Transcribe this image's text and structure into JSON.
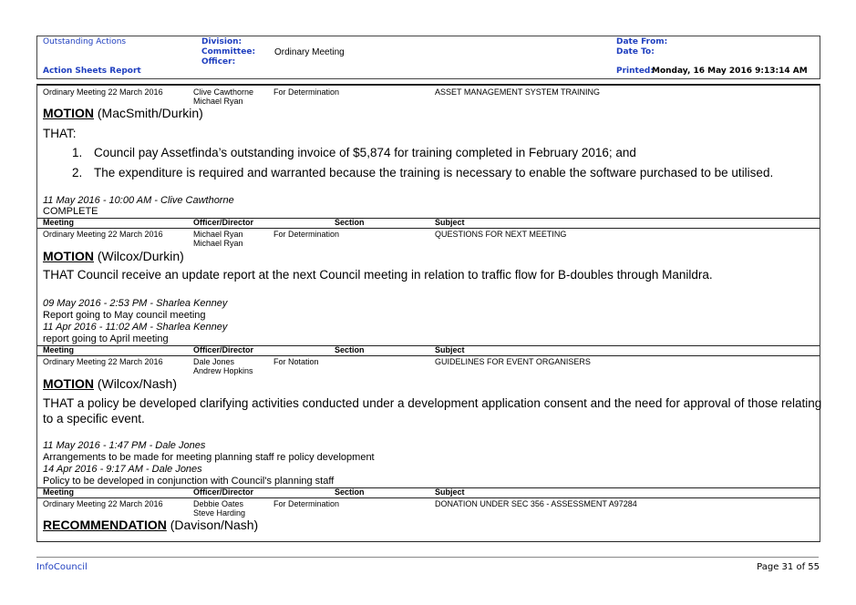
{
  "header": {
    "left_top": "Outstanding Actions",
    "left_bottom": "Action Sheets Report",
    "division_label": "Division:",
    "committee_label": "Committee:",
    "committee_value": "Ordinary Meeting",
    "officer_label": "Officer:",
    "date_from_label": "Date From:",
    "date_to_label": "Date To:",
    "printed_label": "Printed:",
    "printed_value": "Monday, 16 May 2016  9:13:14 AM"
  },
  "columns": {
    "meeting": "Meeting",
    "officer": "Officer/Director",
    "section": "Section",
    "subject": "Subject"
  },
  "entries": [
    {
      "meeting": "Ordinary Meeting 22 March 2016",
      "officer1": "Clive Cawthorne",
      "officer2": "Michael Ryan",
      "section": "For Determination",
      "subject": "ASSET MANAGEMENT SYSTEM TRAINING",
      "motion_label": "MOTION",
      "motion_movers": " (MacSmith/Durkin)",
      "that": "THAT:",
      "items": [
        {
          "num": "1.",
          "text": "Council pay Assetfinda’s outstanding invoice of $5,874 for training completed in February 2016; and"
        },
        {
          "num": "2.",
          "text": "The expenditure is required and warranted because the training is necessary to enable the software purchased to be utilised."
        }
      ],
      "notes": [
        {
          "stamp": "11 May 2016 - 10:00 AM - Clive Cawthorne",
          "text": "COMPLETE"
        }
      ]
    },
    {
      "meeting": "Ordinary Meeting 22 March 2016",
      "officer1": "Michael Ryan",
      "officer2": "Michael Ryan",
      "section": "For Determination",
      "subject": "QUESTIONS FOR NEXT MEETING",
      "motion_label": "MOTION",
      "motion_movers": " (Wilcox/Durkin)",
      "resolution": "THAT Council receive an update report at the next Council meeting in relation to traffic flow for B-doubles through Manildra.",
      "notes": [
        {
          "stamp": "09 May 2016 - 2:53 PM - Sharlea Kenney",
          "text": "Report going to May council meeting"
        },
        {
          "stamp": "11 Apr 2016 - 11:02 AM - Sharlea Kenney",
          "text": "report going to April meeting"
        }
      ]
    },
    {
      "meeting": "Ordinary Meeting 22 March 2016",
      "officer1": "Dale Jones",
      "officer2": "Andrew Hopkins",
      "section": "For Notation",
      "subject": "GUIDELINES FOR EVENT ORGANISERS",
      "motion_label": "MOTION",
      "motion_movers": " (Wilcox/Nash)",
      "resolution_line1": "THAT a policy be developed clarifying activities conducted under a development application consent and the need for approval of those relating",
      "resolution_line2": "to a specific event.",
      "notes": [
        {
          "stamp": "11 May 2016 - 1:47 PM - Dale Jones",
          "text": "Arrangements to be made for meeting planning staff re policy development"
        },
        {
          "stamp": "14 Apr 2016 - 9:17 AM - Dale Jones",
          "text": "Policy to be developed in conjunction with Council's planning staff"
        }
      ]
    },
    {
      "meeting": "Ordinary Meeting 22 March 2016",
      "officer1": "Debbie Oates",
      "officer2": "Steve Harding",
      "section": "For Determination",
      "subject": "DONATION UNDER SEC 356 - ASSESSMENT A97284",
      "motion_label": "RECOMMENDATION",
      "motion_movers": " (Davison/Nash)"
    }
  ],
  "footer": {
    "left": "InfoCouncil",
    "right": "Page 31 of 55"
  },
  "colors": {
    "accent_blue": "#1f3fbf"
  }
}
